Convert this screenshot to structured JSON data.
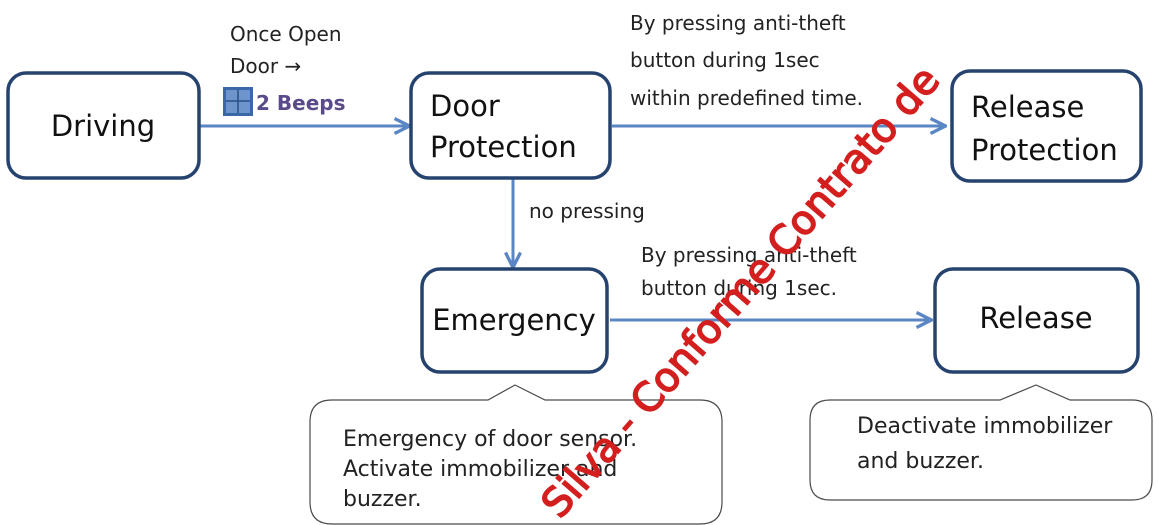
{
  "nodes": {
    "driving": "Driving",
    "door_protection": [
      "Door",
      "Protection"
    ],
    "release_protection": [
      "Release",
      "Protection"
    ],
    "emergency": "Emergency",
    "release": "Release"
  },
  "edges": {
    "driving_to_door": {
      "lines": [
        "Once Open",
        "Door  →"
      ],
      "beeps": "2 Beeps"
    },
    "door_to_release_protection": [
      "By pressing anti-theft",
      "button during 1sec",
      "within predefined time."
    ],
    "door_to_emergency": "no pressing",
    "emergency_to_release": [
      "By pressing anti-theft",
      "button during 1sec."
    ]
  },
  "callouts": {
    "emergency_note": [
      "Emergency of door sensor.",
      "Activate immobilizer and",
      "buzzer."
    ],
    "release_note": [
      "Deactivate immobilizer",
      "and buzzer."
    ]
  },
  "watermark": "Silva - Conforme Contrato de",
  "colors": {
    "node_border": "#26436f",
    "arrow": "#5b86c4",
    "beep_text": "#5b4a8a",
    "beep_icon": "#3a67a8",
    "watermark": "#d41f1f"
  }
}
